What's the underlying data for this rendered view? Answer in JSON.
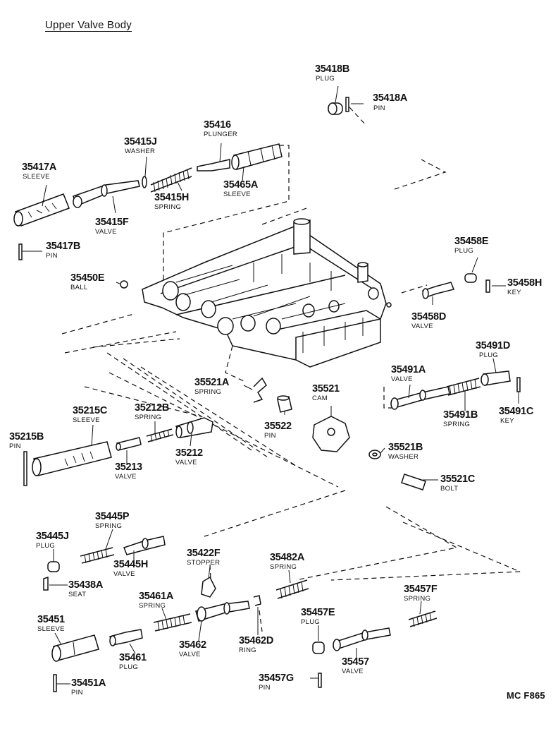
{
  "title": "Upper Valve Body",
  "ref_code": "MC F865",
  "parts": [
    {
      "code": "35418B",
      "name": "PLUG"
    },
    {
      "code": "35418A",
      "name": "PIN"
    },
    {
      "code": "35416",
      "name": "PLUNGER"
    },
    {
      "code": "35415J",
      "name": "WASHER"
    },
    {
      "code": "35417A",
      "name": "SLEEVE"
    },
    {
      "code": "35465A",
      "name": "SLEEVE"
    },
    {
      "code": "35415H",
      "name": "SPRING"
    },
    {
      "code": "35415F",
      "name": "VALVE"
    },
    {
      "code": "35417B",
      "name": "PIN"
    },
    {
      "code": "35458E",
      "name": "PLUG"
    },
    {
      "code": "35450E",
      "name": "BALL"
    },
    {
      "code": "35458H",
      "name": "KEY"
    },
    {
      "code": "35458D",
      "name": "VALVE"
    },
    {
      "code": "35491D",
      "name": "PLUG"
    },
    {
      "code": "35491A",
      "name": "VALVE"
    },
    {
      "code": "35521A",
      "name": "SPRING"
    },
    {
      "code": "35521",
      "name": "CAM"
    },
    {
      "code": "35491B",
      "name": "SPRING"
    },
    {
      "code": "35491C",
      "name": "KEY"
    },
    {
      "code": "35215C",
      "name": "SLEEVE"
    },
    {
      "code": "35212B",
      "name": "SPRING"
    },
    {
      "code": "35522",
      "name": "PIN"
    },
    {
      "code": "35215B",
      "name": "PIN"
    },
    {
      "code": "35212",
      "name": "VALVE"
    },
    {
      "code": "35521B",
      "name": "WASHER"
    },
    {
      "code": "35213",
      "name": "VALVE"
    },
    {
      "code": "35521C",
      "name": "BOLT"
    },
    {
      "code": "35445P",
      "name": "SPRING"
    },
    {
      "code": "35445J",
      "name": "PLUG"
    },
    {
      "code": "35422F",
      "name": "STOPPER"
    },
    {
      "code": "35482A",
      "name": "SPRING"
    },
    {
      "code": "35445H",
      "name": "VALVE"
    },
    {
      "code": "35438A",
      "name": "SEAT"
    },
    {
      "code": "35457F",
      "name": "SPRING"
    },
    {
      "code": "35461A",
      "name": "SPRING"
    },
    {
      "code": "35451",
      "name": "SLEEVE"
    },
    {
      "code": "35457E",
      "name": "PLUG"
    },
    {
      "code": "35462",
      "name": "VALVE"
    },
    {
      "code": "35462D",
      "name": "RING"
    },
    {
      "code": "35461",
      "name": "PLUG"
    },
    {
      "code": "35457",
      "name": "VALVE"
    },
    {
      "code": "35457G",
      "name": "PIN"
    },
    {
      "code": "35451A",
      "name": "PIN"
    }
  ]
}
